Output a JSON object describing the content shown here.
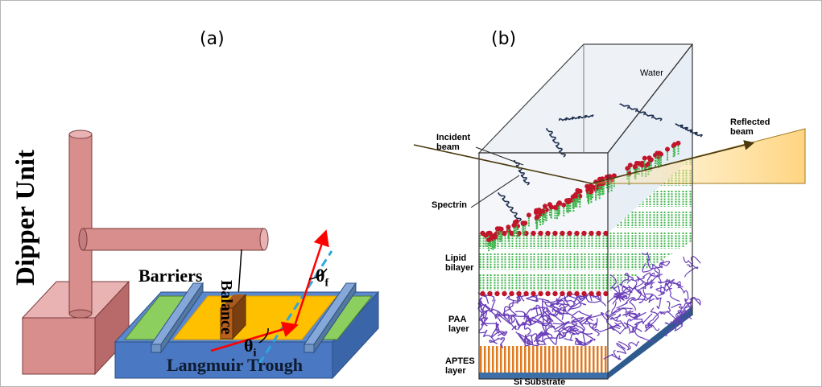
{
  "panel_a": {
    "label": "(a)",
    "dipper_unit": "Dipper Unit",
    "balance": "Balance",
    "barriers": "Barriers",
    "theta_f": "θ",
    "theta_f_sub": "f",
    "theta_i": "θ",
    "theta_i_sub": "i",
    "trough": "Langmuir Trough"
  },
  "panel_b": {
    "label": "(b)",
    "water": "Water",
    "incident_beam": "Incident\nbeam",
    "reflected_beam": "Reflected\nbeam",
    "spectrin": "Spectrin",
    "lipid_bilayer": "Lipid\nbilayer",
    "paa_layer": "PAA\nlayer",
    "aptes_layer": "APTES\nlayer",
    "si_substrate": "Si Substrate"
  },
  "colors": {
    "dipper": "#d98e8e",
    "trough": "#4a78c2",
    "trough_top": "#ffc000",
    "barrier": "#6f94c4",
    "green_pad": "#8ccf5f",
    "beam_red": "#ff0000",
    "dashed_normal": "#2ea6e0",
    "lipid_green": "#3cb34a",
    "head_red": "#c0152a",
    "paa_purple": "#6a3fb8",
    "aptes_orange": "#e07a20",
    "si_blue": "#3c6ea8",
    "reflected_beam_fill": "#ffd88a"
  }
}
